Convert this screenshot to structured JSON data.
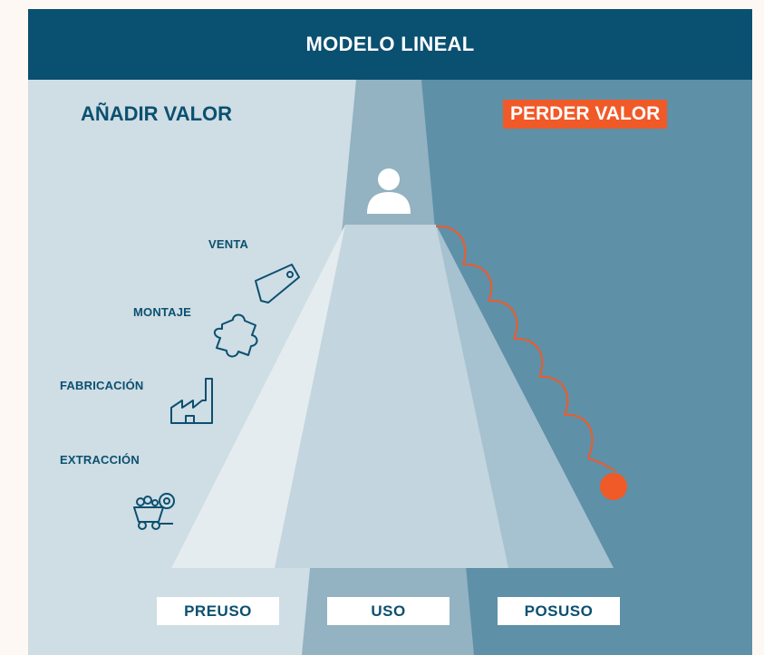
{
  "header": {
    "title": "MODELO LINEAL"
  },
  "left_title": "AÑADIR VALOR",
  "right_title": "PERDER VALOR",
  "stages": {
    "venta": "VENTA",
    "montaje": "MONTAJE",
    "fabricacion": "FABRICACIÓN",
    "extraccion": "EXTRACCIÓN"
  },
  "phases": {
    "preuso": "PREUSO",
    "uso": "USO",
    "posuso": "POSUSO"
  },
  "colors": {
    "header": "#0a5070",
    "left_panel": "#cfdde4",
    "right_panel": "#5e90a8",
    "accent": "#f05a28"
  },
  "icons": [
    "person-icon",
    "price-tag-icon",
    "puzzle-piece-icon",
    "factory-icon",
    "mining-cart-icon"
  ]
}
